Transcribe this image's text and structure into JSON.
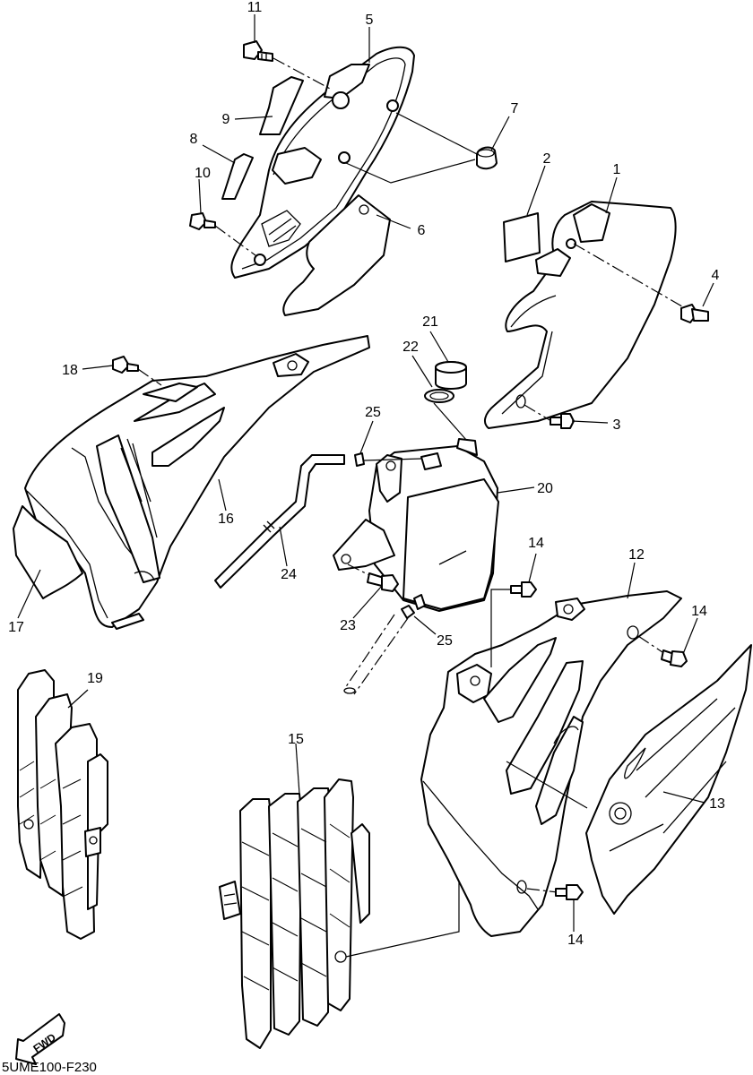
{
  "diagram": {
    "drawing_code": "5UME100-F230",
    "direction_label": "FWD",
    "callouts": [
      "1",
      "2",
      "3",
      "4",
      "5",
      "6",
      "7",
      "8",
      "9",
      "10",
      "11",
      "12",
      "13",
      "14",
      "14",
      "14",
      "15",
      "16",
      "17",
      "18",
      "19",
      "20",
      "21",
      "22",
      "23",
      "24",
      "25",
      "25"
    ]
  },
  "colors": {
    "line": "#000000",
    "background": "#ffffff"
  }
}
